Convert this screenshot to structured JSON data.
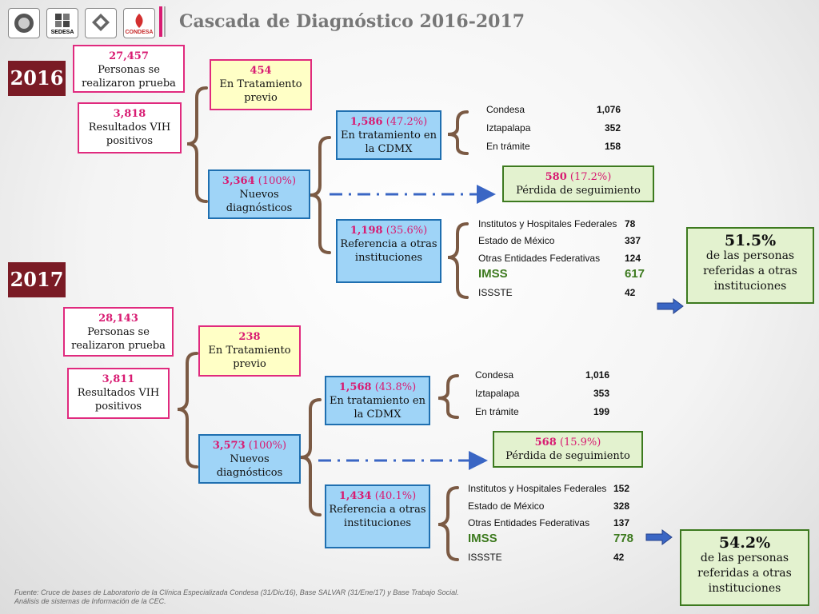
{
  "title": "Cascada de Diagnóstico 2016-2017",
  "logos": [
    "logo-1",
    "SEDESA",
    "logo-3",
    "CONDESA"
  ],
  "y2016": {
    "year": "2016",
    "pruebas": {
      "num": "27,457",
      "label": "Personas se realizaron prueba"
    },
    "positivos": {
      "num": "3,818",
      "label": "Resultados VIH positivos"
    },
    "previo": {
      "num": "454",
      "label": "En Tratamiento previo"
    },
    "nuevos": {
      "num": "3,364",
      "pct": "(100%)",
      "label": "Nuevos diagnósticos"
    },
    "cdmx": {
      "num": "1,586",
      "pct": "(47.2%)",
      "label": "En tratamiento en la CDMX"
    },
    "perdida": {
      "num": "580",
      "pct": "(17.2%)",
      "label": "Pérdida de seguimiento"
    },
    "referencia": {
      "num": "1,198",
      "pct": "(35.6%)",
      "label": "Referencia a otras instituciones"
    },
    "cdmx_list": [
      {
        "name": "Condesa",
        "value": "1,076"
      },
      {
        "name": "Iztapalapa",
        "value": "352"
      },
      {
        "name": "En trámite",
        "value": "158"
      }
    ],
    "ref_list": [
      {
        "name": "Institutos y Hospitales Federales",
        "value": "78"
      },
      {
        "name": "Estado de México",
        "value": "337"
      },
      {
        "name": "Otras Entidades Federativas",
        "value": "124"
      },
      {
        "name": "IMSS",
        "value": "617"
      },
      {
        "name": "ISSSTE",
        "value": "42"
      }
    ],
    "summary": {
      "pct": "51.5%",
      "label": "de las personas referidas a otras instituciones"
    }
  },
  "y2017": {
    "year": "2017",
    "pruebas": {
      "num": "28,143",
      "label": "Personas se realizaron prueba"
    },
    "positivos": {
      "num": "3,811",
      "label": "Resultados VIH positivos"
    },
    "previo": {
      "num": "238",
      "label": "En Tratamiento previo"
    },
    "nuevos": {
      "num": "3,573",
      "pct": "(100%)",
      "label": "Nuevos diagnósticos"
    },
    "cdmx": {
      "num": "1,568",
      "pct": "(43.8%)",
      "label": "En tratamiento en la CDMX"
    },
    "perdida": {
      "num": "568",
      "pct": "(15.9%)",
      "label": "Pérdida de seguimiento"
    },
    "referencia": {
      "num": "1,434",
      "pct": "(40.1%)",
      "label": "Referencia a otras instituciones"
    },
    "cdmx_list": [
      {
        "name": "Condesa",
        "value": "1,016"
      },
      {
        "name": "Iztapalapa",
        "value": "353"
      },
      {
        "name": "En trámite",
        "value": "199"
      }
    ],
    "ref_list": [
      {
        "name": "Institutos y Hospitales Federales",
        "value": "152"
      },
      {
        "name": "Estado de México",
        "value": "328"
      },
      {
        "name": "Otras Entidades Federativas",
        "value": "137"
      },
      {
        "name": "IMSS",
        "value": "778"
      },
      {
        "name": "ISSSTE",
        "value": "42"
      }
    ],
    "summary": {
      "pct": "54.2%",
      "label": "de las personas referidas a otras instituciones"
    }
  },
  "footnote": {
    "line1": "Fuente: Cruce de bases de Laboratorio de la Clínica Especializada Condesa (31/Dic/16), Base SALVAR (31/Ene/17) y Base Trabajo Social.",
    "line2": "Análisis de sistemas de Información de la CEC."
  },
  "colors": {
    "magenta": "#d81b72",
    "burgundy": "#7a1b25",
    "blue_box": "#9fd4f7",
    "imss_green": "#3d7a1f",
    "bracket": "#7b5a44",
    "dash": "#3a66c4"
  }
}
